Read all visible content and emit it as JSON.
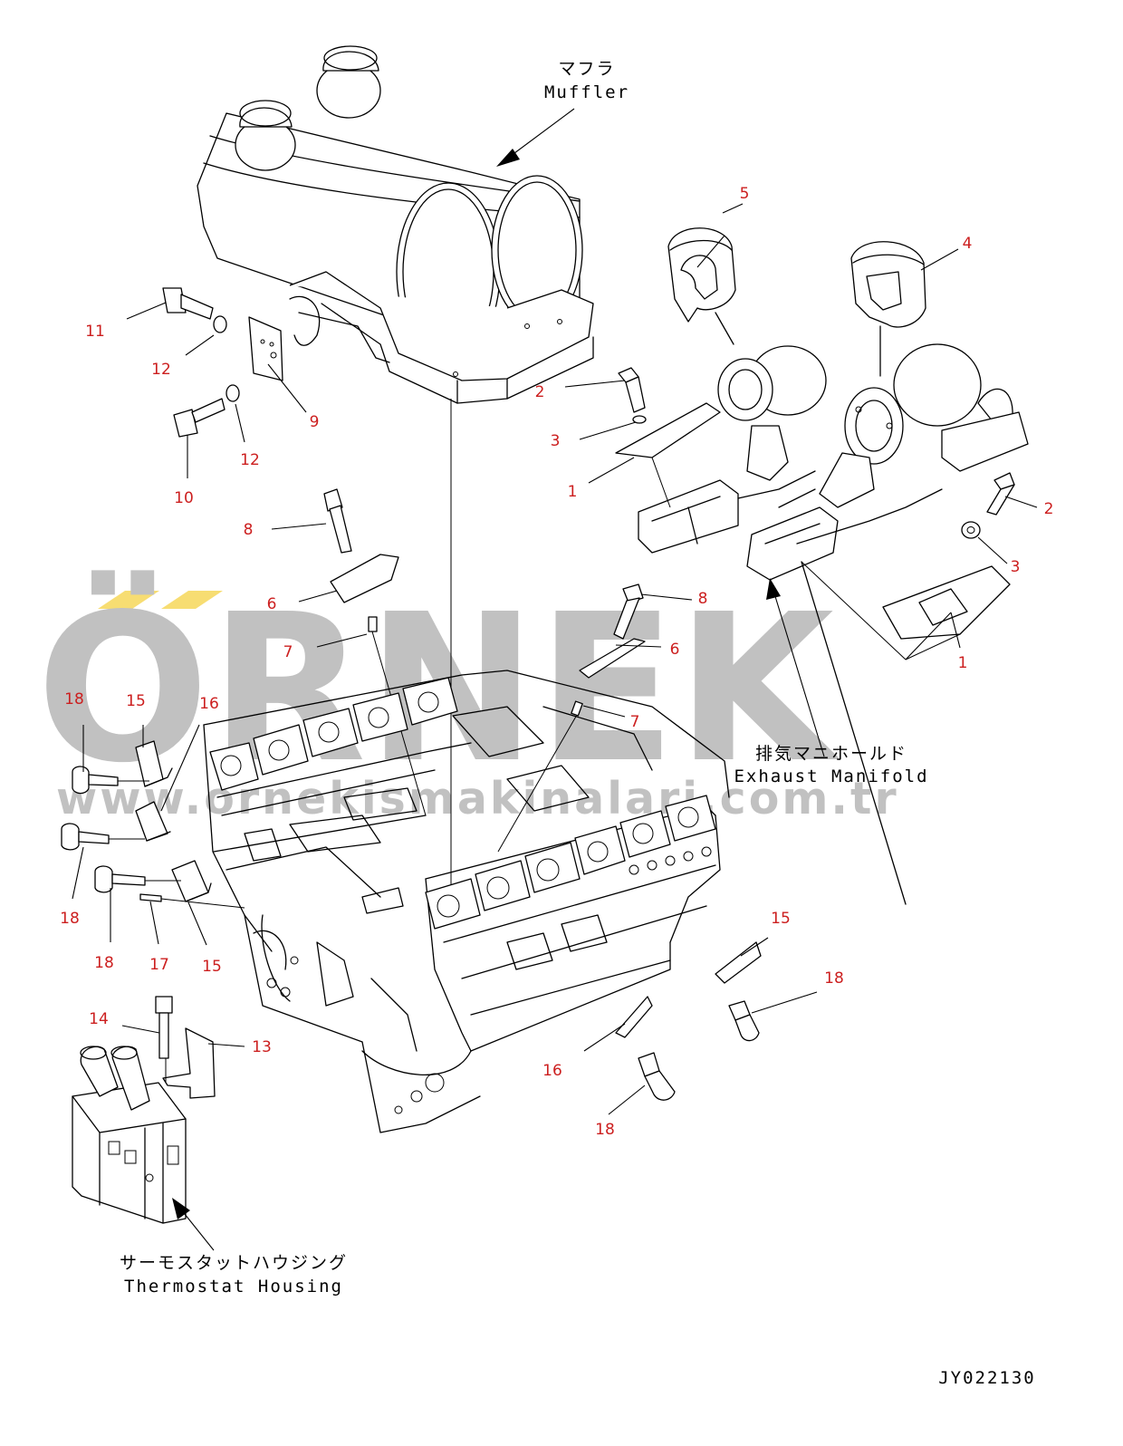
{
  "watermark": {
    "brand": "ÖRNEK",
    "url": "www.ornekismakinalari.com.tr",
    "color": "#8f8f8f",
    "accent_color": "#f2c200"
  },
  "callout_color": "#cc1f1f",
  "captions": {
    "muffler_jp": "マフラ",
    "muffler_en": "Muffler",
    "exhaust_jp": "排気マニホールド",
    "exhaust_en": "Exhaust Manifold",
    "thermostat_jp": "サーモスタットハウジング",
    "thermostat_en": "Thermostat Housing"
  },
  "drawing_code": "JY022130",
  "callouts": [
    {
      "id": "c5",
      "label": "5"
    },
    {
      "id": "c4",
      "label": "4"
    },
    {
      "id": "c11",
      "label": "11"
    },
    {
      "id": "c12a",
      "label": "12"
    },
    {
      "id": "c9",
      "label": "9"
    },
    {
      "id": "c12b",
      "label": "12"
    },
    {
      "id": "c10",
      "label": "10"
    },
    {
      "id": "c2a",
      "label": "2"
    },
    {
      "id": "c3a",
      "label": "3"
    },
    {
      "id": "c1a",
      "label": "1"
    },
    {
      "id": "c2b",
      "label": "2"
    },
    {
      "id": "c3b",
      "label": "3"
    },
    {
      "id": "c1b",
      "label": "1"
    },
    {
      "id": "c8a",
      "label": "8"
    },
    {
      "id": "c6a",
      "label": "6"
    },
    {
      "id": "c7a",
      "label": "7"
    },
    {
      "id": "c8b",
      "label": "8"
    },
    {
      "id": "c6b",
      "label": "6"
    },
    {
      "id": "c7b",
      "label": "7"
    },
    {
      "id": "c18a",
      "label": "18"
    },
    {
      "id": "c15a",
      "label": "15"
    },
    {
      "id": "c16a",
      "label": "16"
    },
    {
      "id": "c18b",
      "label": "18"
    },
    {
      "id": "c18c",
      "label": "18"
    },
    {
      "id": "c17",
      "label": "17"
    },
    {
      "id": "c15b",
      "label": "15"
    },
    {
      "id": "c15c",
      "label": "15"
    },
    {
      "id": "c18d",
      "label": "18"
    },
    {
      "id": "c14",
      "label": "14"
    },
    {
      "id": "c13",
      "label": "13"
    },
    {
      "id": "c16b",
      "label": "16"
    },
    {
      "id": "c18e",
      "label": "18"
    }
  ]
}
